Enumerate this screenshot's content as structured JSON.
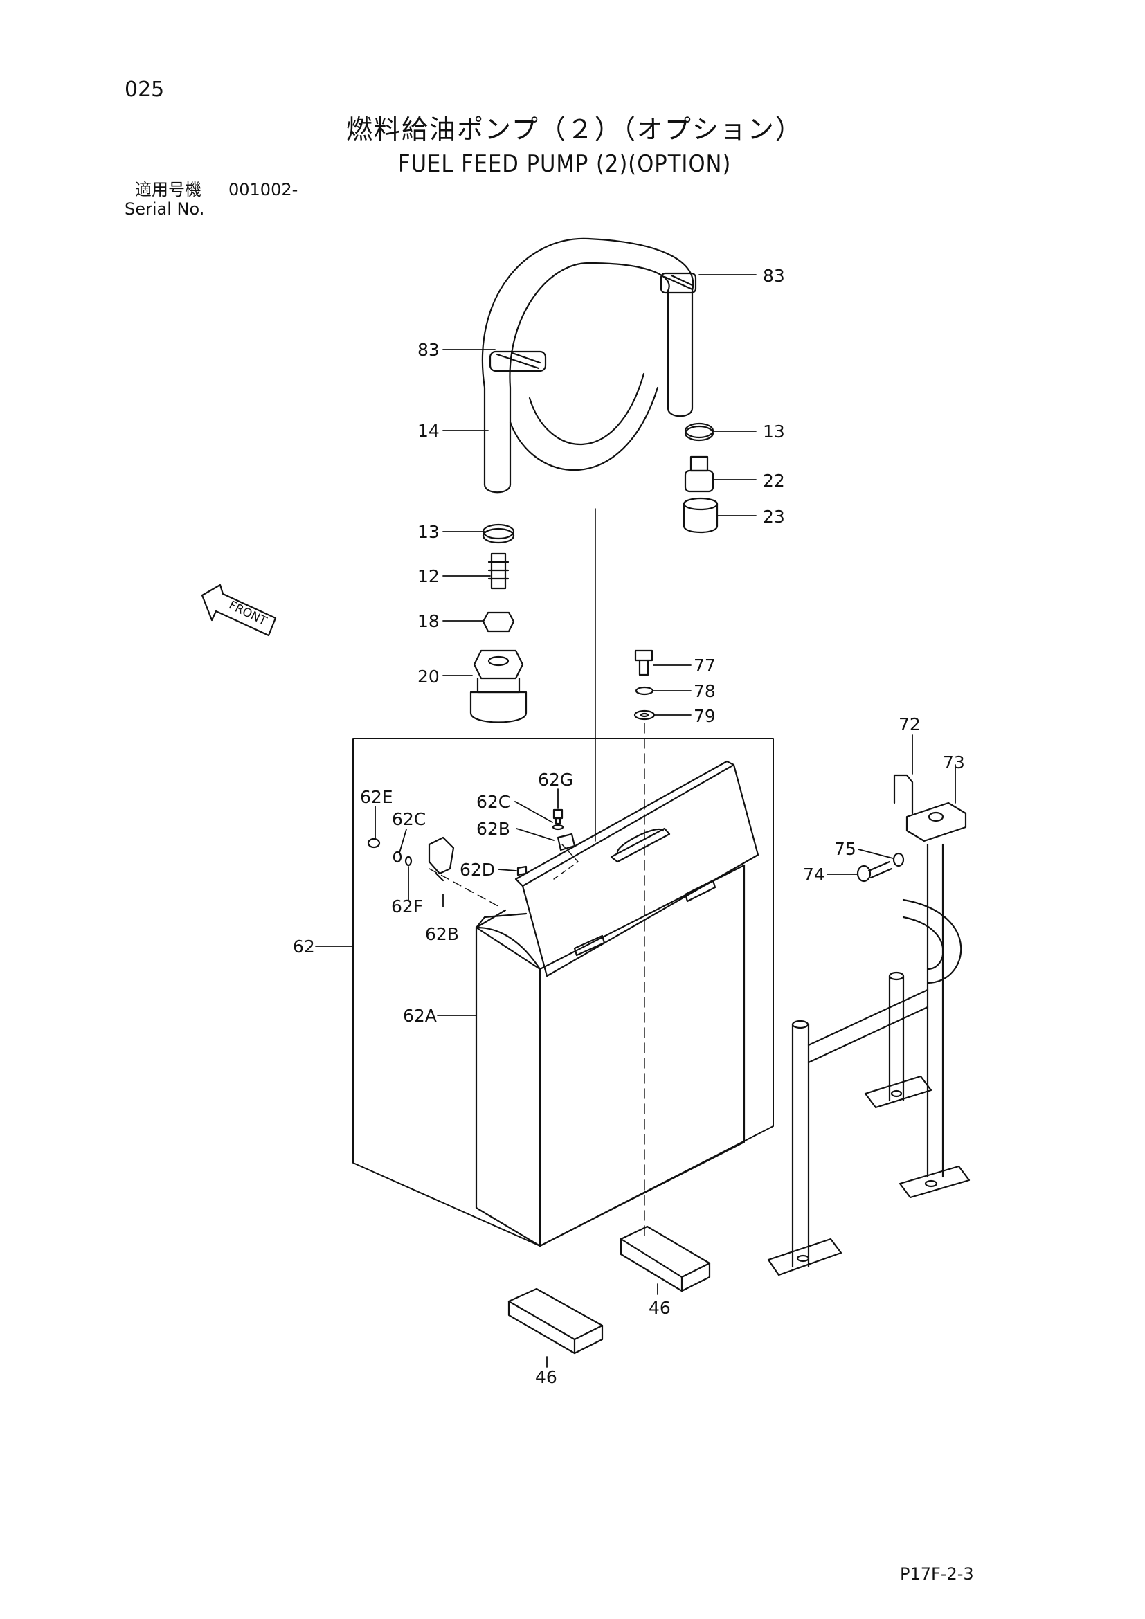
{
  "header": {
    "page_number": "025",
    "title_jp": "燃料給油ポンプ（２）（オプション）",
    "title_en": "FUEL FEED PUMP (2)(OPTION)",
    "serial_label_jp": "適用号機",
    "serial_number": "001002-",
    "serial_label_en": "Serial No."
  },
  "diagram": {
    "front_marker": "FRONT",
    "callouts": {
      "hose_clamp_top_right": "83",
      "hose_clamp_top_left": "83",
      "hose": "14",
      "clamp_right": "13",
      "fitting_right": "22",
      "collar_right": "23",
      "clamp_left": "13",
      "nipple": "12",
      "adapter": "18",
      "pump_coupler": "20",
      "bolt": "77",
      "lock_washer": "78",
      "washer": "79",
      "screw_62g": "62G",
      "screw_62e": "62E",
      "washer_62c_left": "62C",
      "washer_62c_right": "62C",
      "latch_62b_right": "62B",
      "pin_62d": "62D",
      "pin_62f": "62F",
      "latch_62b_left": "62B",
      "box_assembly": "62",
      "box": "62A",
      "holder_72": "72",
      "clamp_73": "73",
      "washer_75": "75",
      "bolt_74": "74",
      "block_right": "46",
      "block_left": "46"
    }
  },
  "footer": {
    "page_code": "P17F-2-3"
  }
}
